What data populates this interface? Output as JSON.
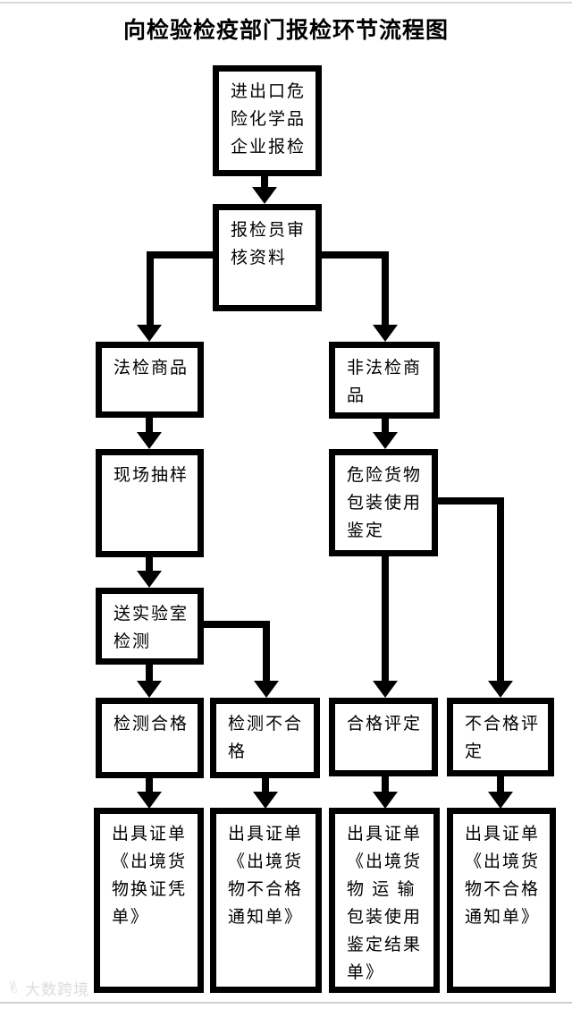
{
  "title": "向检验检疫部门报检环节流程图",
  "watermark": {
    "text": "大数跨境",
    "icon": "hand-logo-icon"
  },
  "colors": {
    "line": "#000000",
    "box_border": "#000000",
    "background": "#ffffff",
    "watermark": "#dcdcdc"
  },
  "nodes": {
    "enterprise_declaration": {
      "label": "进出口危\n险化学品\n企业报检"
    },
    "inspector_review": {
      "label": "报检员审\n核资料"
    },
    "statutory_goods": {
      "label": "法检商品"
    },
    "non_statutory_goods": {
      "label": "非法检商\n品"
    },
    "site_sampling": {
      "label": "现场抽样"
    },
    "packaging_appraisal": {
      "label": "危险货物\n包装使用\n鉴定"
    },
    "lab_testing": {
      "label": "送实验室\n检测"
    },
    "test_pass": {
      "label": "检测合格"
    },
    "test_fail": {
      "label": "检测不合\n格"
    },
    "appraisal_pass": {
      "label": "合格评定"
    },
    "appraisal_fail": {
      "label": "不合格评\n定"
    },
    "cert_exchange_voucher": {
      "label": "出具证单\n《出境货\n物换证凭\n单》"
    },
    "cert_fail_notice_left": {
      "label": "出具证单\n《出境货\n物不合格\n通知单》"
    },
    "cert_appraisal_result": {
      "label": "出具证单\n《出境货\n物 运 输\n包装使用\n鉴定结果\n单》"
    },
    "cert_fail_notice_right": {
      "label": "出具证单\n《出境货\n物不合格\n通知单》"
    }
  },
  "edges": [
    {
      "from": "enterprise_declaration",
      "to": "inspector_review"
    },
    {
      "from": "inspector_review",
      "to": "statutory_goods"
    },
    {
      "from": "inspector_review",
      "to": "non_statutory_goods"
    },
    {
      "from": "statutory_goods",
      "to": "site_sampling"
    },
    {
      "from": "site_sampling",
      "to": "lab_testing"
    },
    {
      "from": "lab_testing",
      "to": "test_pass"
    },
    {
      "from": "lab_testing",
      "to": "test_fail"
    },
    {
      "from": "non_statutory_goods",
      "to": "packaging_appraisal"
    },
    {
      "from": "packaging_appraisal",
      "to": "appraisal_pass"
    },
    {
      "from": "packaging_appraisal",
      "to": "appraisal_fail"
    },
    {
      "from": "test_pass",
      "to": "cert_exchange_voucher"
    },
    {
      "from": "test_fail",
      "to": "cert_fail_notice_left"
    },
    {
      "from": "appraisal_pass",
      "to": "cert_appraisal_result"
    },
    {
      "from": "appraisal_fail",
      "to": "cert_fail_notice_right"
    }
  ]
}
